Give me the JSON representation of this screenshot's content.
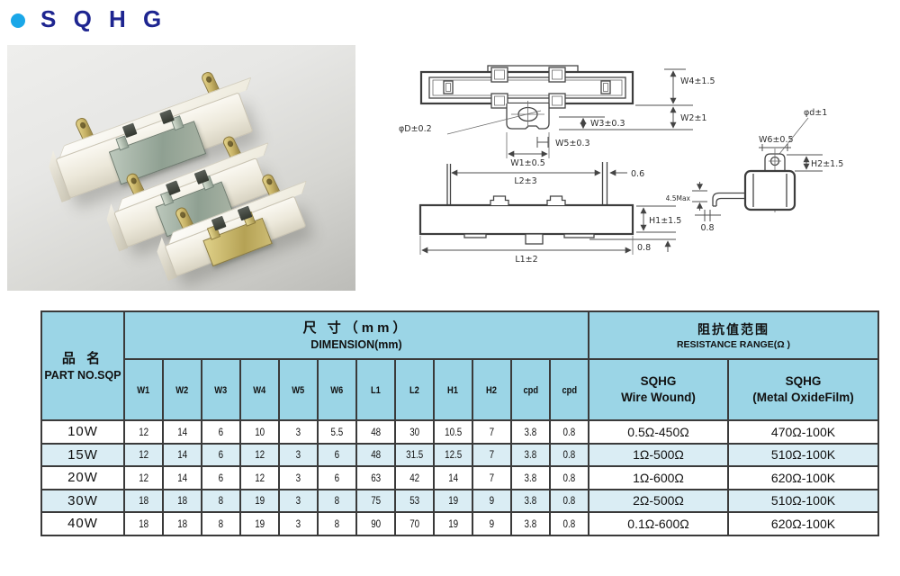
{
  "header": {
    "title": "S Q H G"
  },
  "colors": {
    "accent_dot": "#1aa7e8",
    "title_text": "#1e2590",
    "table_header_bg": "#9bd5e6",
    "table_alt_row_bg": "#daedf4"
  },
  "drawing": {
    "labels": {
      "phi_D": "φD±0.2",
      "w1": "W1±0.5",
      "w2": "W2±1",
      "w3": "W3±0.3",
      "w4": "W4±1.5",
      "w5": "W5±0.3",
      "w6": "W6±0.5",
      "l1": "L1±2",
      "l2": "L2±3",
      "h1": "H1±1.5",
      "h2": "H2±1.5",
      "phi_d": "φd±1",
      "lead_width": "0.6",
      "plate_offset": "0.8",
      "lead_max": "4.5Max",
      "lead_thickness": "0.8"
    }
  },
  "table": {
    "part_header": {
      "zh": "品  名",
      "en": "PART NO.SQP"
    },
    "dimension_header": {
      "zh": "尺  寸（mm）",
      "en": "DIMENSION(mm)"
    },
    "resistance_header": {
      "zh": "阻抗值范围",
      "en": "RESISTANCE RANGE(Ω )"
    },
    "dim_columns": [
      "W1",
      "W2",
      "W3",
      "W4",
      "W5",
      "W6",
      "L1",
      "L2",
      "H1",
      "H2",
      "cpd",
      "cpd"
    ],
    "resistance_columns": [
      {
        "line1": "SQHG",
        "line2": "Wire Wound)"
      },
      {
        "line1": "SQHG",
        "line2": "(Metal OxideFilm)"
      }
    ],
    "rows": [
      {
        "part": "10W",
        "dims": [
          "12",
          "14",
          "6",
          "10",
          "3",
          "5.5",
          "48",
          "30",
          "10.5",
          "7",
          "3.8",
          "0.8"
        ],
        "wire_wound": "0.5Ω-450Ω",
        "metal_oxide": "470Ω-100K"
      },
      {
        "part": "15W",
        "dims": [
          "12",
          "14",
          "6",
          "12",
          "3",
          "6",
          "48",
          "31.5",
          "12.5",
          "7",
          "3.8",
          "0.8"
        ],
        "wire_wound": "1Ω-500Ω",
        "metal_oxide": "510Ω-100K"
      },
      {
        "part": "20W",
        "dims": [
          "12",
          "14",
          "6",
          "12",
          "3",
          "6",
          "63",
          "42",
          "14",
          "7",
          "3.8",
          "0.8"
        ],
        "wire_wound": "1Ω-600Ω",
        "metal_oxide": "620Ω-100K"
      },
      {
        "part": "30W",
        "dims": [
          "18",
          "18",
          "8",
          "19",
          "3",
          "8",
          "75",
          "53",
          "19",
          "9",
          "3.8",
          "0.8"
        ],
        "wire_wound": "2Ω-500Ω",
        "metal_oxide": "510Ω-100K"
      },
      {
        "part": "40W",
        "dims": [
          "18",
          "18",
          "8",
          "19",
          "3",
          "8",
          "90",
          "70",
          "19",
          "9",
          "3.8",
          "0.8"
        ],
        "wire_wound": "0.1Ω-600Ω",
        "metal_oxide": "620Ω-100K"
      }
    ]
  }
}
